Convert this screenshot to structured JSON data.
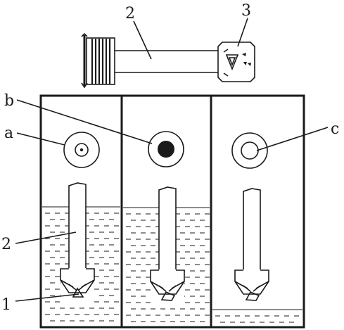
{
  "labels": {
    "top_tube": "2",
    "top_cap": "3",
    "b": "b",
    "a": "a",
    "c": "c",
    "left_2": "2",
    "left_1": "1"
  }
}
